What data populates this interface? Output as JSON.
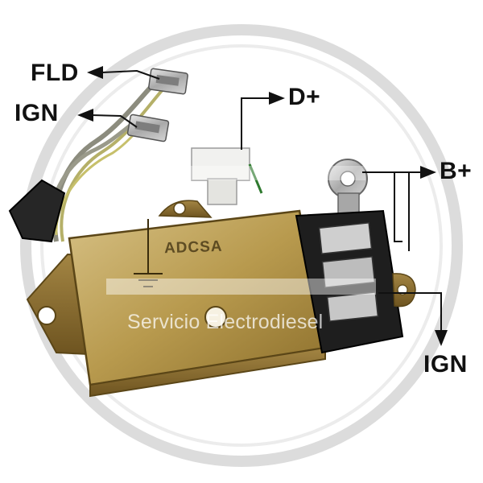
{
  "labels": {
    "fld": "FLD",
    "ign_top": "IGN",
    "d_plus": "D+",
    "b_plus": "B+",
    "ign_bottom": "IGN"
  },
  "watermark": {
    "text": "Servicio Electrodiesel"
  },
  "regulator": {
    "stamp_text": "ADCSA"
  },
  "colors": {
    "label_text": "#111111",
    "housing_gold": "#b89a4e",
    "watermark_ring": "#d8d8d8"
  }
}
